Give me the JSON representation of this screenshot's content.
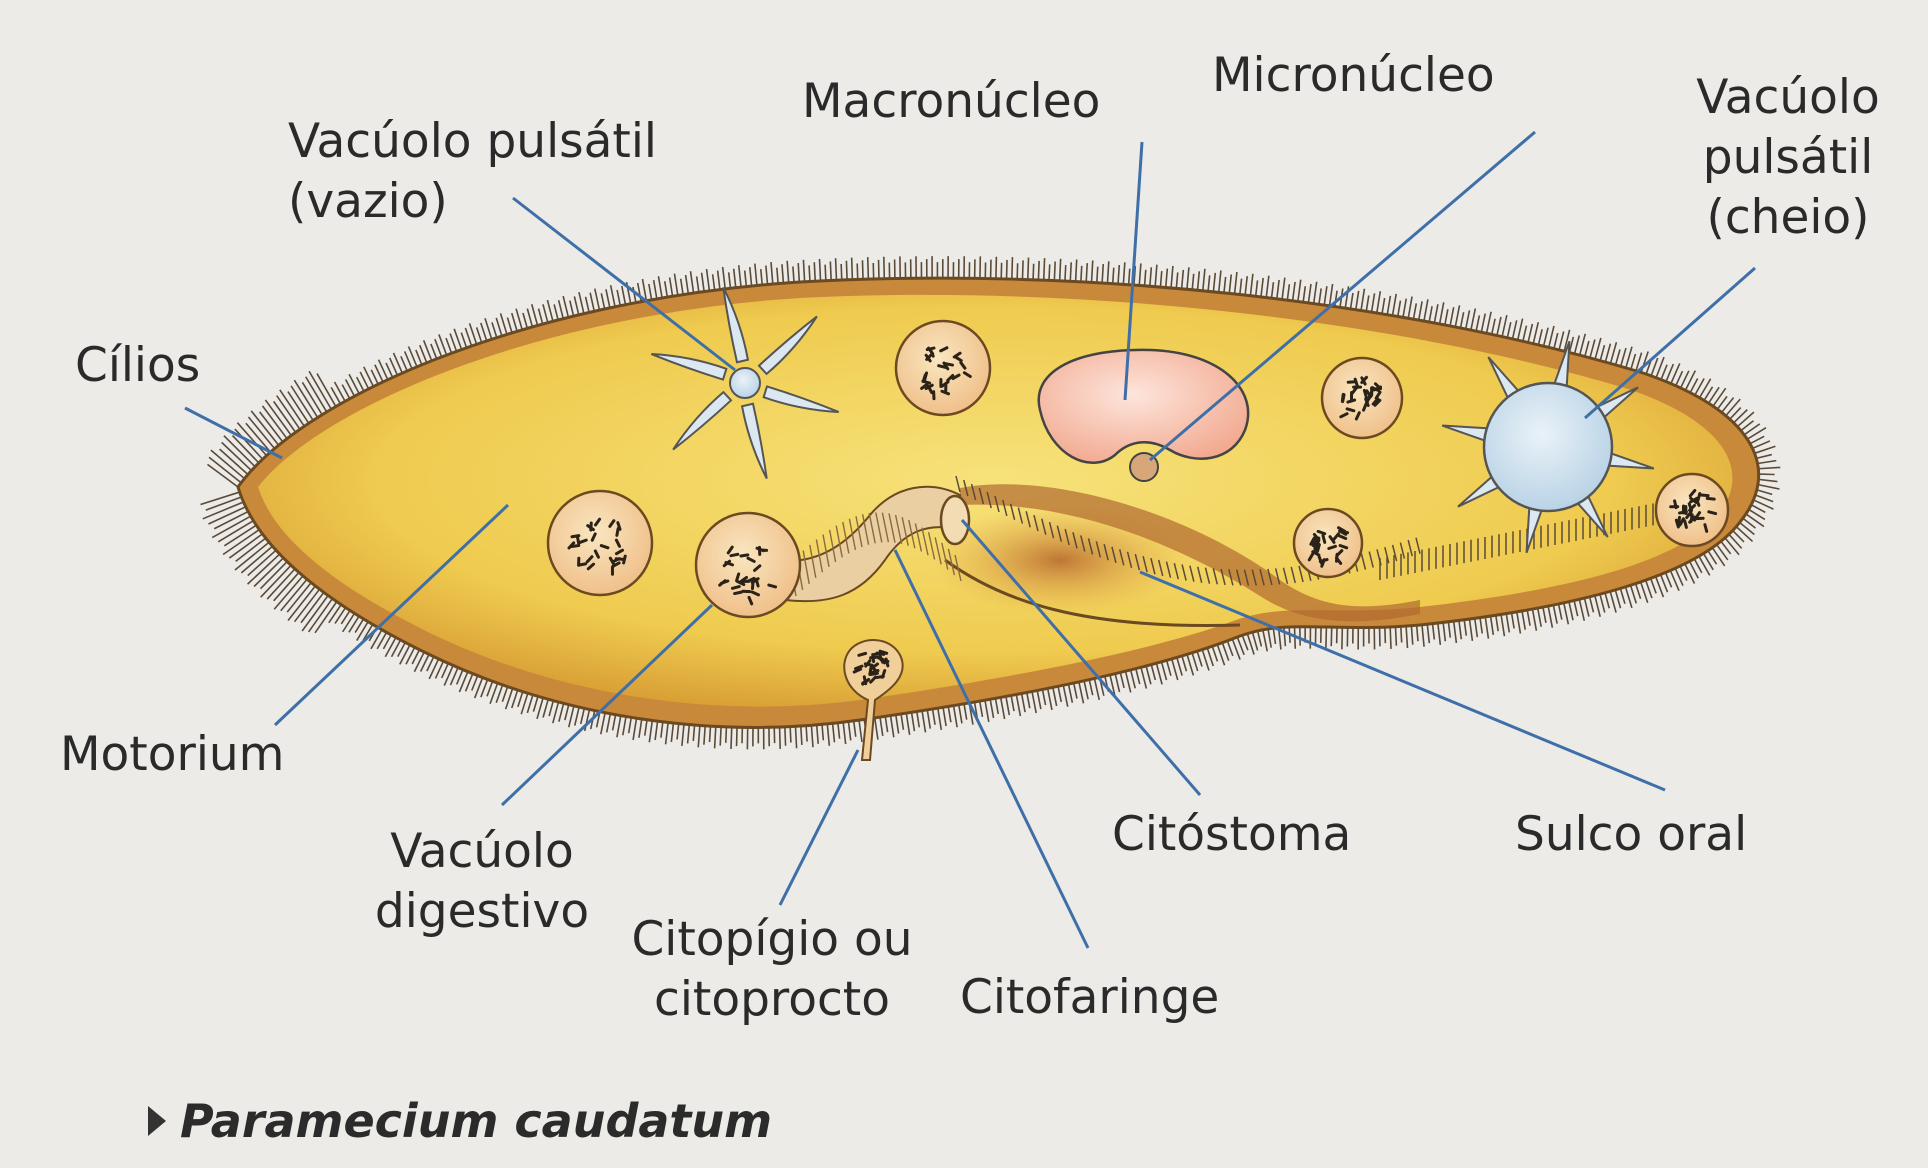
{
  "labels": {
    "cilios": "Cílios",
    "vacuolo_pulsatil_vazio": [
      "Vacúolo pulsátil",
      "(vazio)"
    ],
    "macronucleo": "Macronúcleo",
    "micronucleo": "Micronúcleo",
    "vacuolo_pulsatil_cheio": [
      "Vacúolo",
      "pulsátil",
      "(cheio)"
    ],
    "motorium": "Motorium",
    "vacuolo_digestivo": [
      "Vacúolo",
      "digestivo"
    ],
    "citopigio": [
      "Citopígio ou",
      "citoprocto"
    ],
    "citofaringe": "Citofaringe",
    "citostoma": "Citóstoma",
    "sulco_oral": "Sulco oral"
  },
  "caption": "Paramecium caudatum",
  "colors": {
    "background": "#ecebe8",
    "cytoplasm": "#f0cf55",
    "body_edge": "#c98a2a",
    "cilia": "#5a4a38",
    "macronucleus": "#f5b8a8",
    "vacuole": "#c8dcea",
    "leader_line": "#3f6fa8",
    "label_text": "#2a2a2a"
  }
}
